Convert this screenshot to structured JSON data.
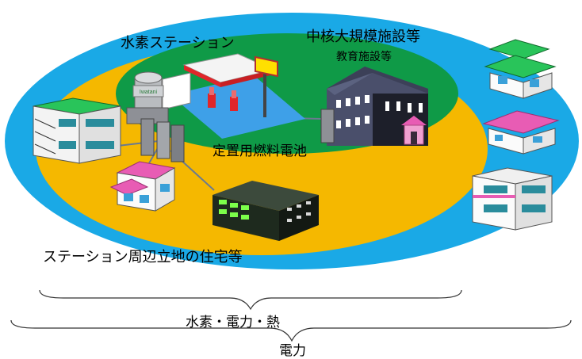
{
  "labels": {
    "hydrogen_station": "水素ステーション",
    "large_facility": "中核大規模施設等",
    "education_facility": "教育施設等",
    "stationary_fuel_cell": "定置用燃料電池",
    "nearby_housing": "ステーション周辺立地の住宅等",
    "inner_supply": "水素・電力・熱",
    "outer_supply": "電力",
    "tank_brand": "Iwatani"
  },
  "colors": {
    "outer_zone": "#1aa9e6",
    "middle_zone": "#f5b800",
    "inner_zone": "#0f9a47",
    "school_body": "#4a4f6b",
    "office_body": "#1e2a1e",
    "house_green_roof": "#29c45a",
    "house_pink_roof": "#e85cb4",
    "canopy_red": "#e0262a",
    "sign_yellow": "#ffe000",
    "fuel_cell_gray": "#8e9096"
  }
}
